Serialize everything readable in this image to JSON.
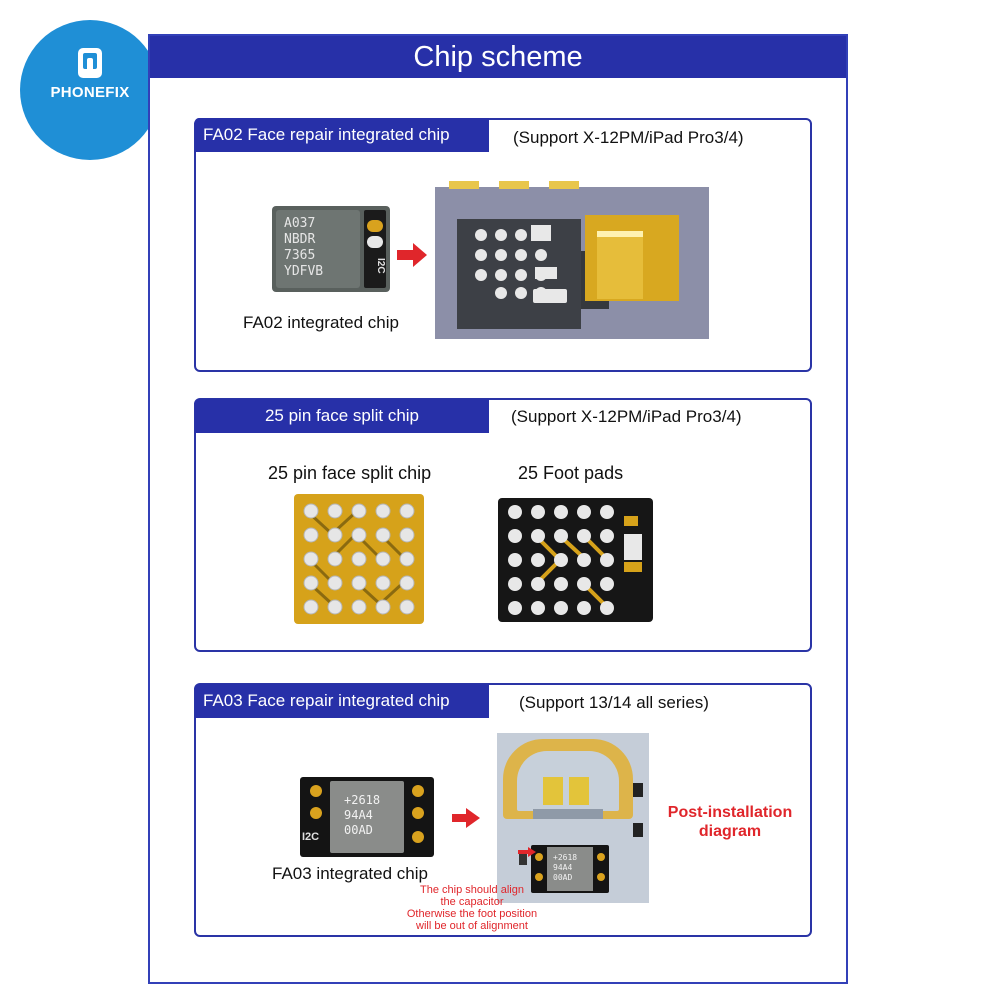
{
  "logo": {
    "brand": "PHONEFIX"
  },
  "header": {
    "title": "Chip scheme"
  },
  "sections": [
    {
      "tab": "FA02 Face repair integrated chip",
      "support": "(Support X-12PM/iPad Pro3/4)",
      "chip_lines": [
        "A037",
        "NBDR",
        "7365",
        "YDFVB"
      ],
      "chip_tag": "I2C",
      "caption": "FA02 integrated chip"
    },
    {
      "tab": "25 pin face split chip",
      "support": "(Support X-12PM/iPad Pro3/4)",
      "left_caption": "25 pin face split chip",
      "right_caption": "25 Foot pads"
    },
    {
      "tab": "FA03 Face repair integrated chip",
      "support": "(Support 13/14 all series)",
      "chip_lines": [
        "+2618",
        "94A4",
        "00AD"
      ],
      "chip_tag": "I2C",
      "caption": "FA03  integrated chip",
      "post_label_1": "Post-installation",
      "post_label_2": "diagram",
      "inset_lines": [
        "+2618",
        "94A4",
        "00AD"
      ],
      "note_lines": [
        "The chip should align",
        "the capacitor",
        "Otherwise the foot position",
        "will be out of alignment"
      ]
    }
  ],
  "colors": {
    "frame": "#2730a8",
    "accent_red": "#e0262b",
    "logo_blue": "#1f8fd6",
    "gold": "#d8a820"
  }
}
